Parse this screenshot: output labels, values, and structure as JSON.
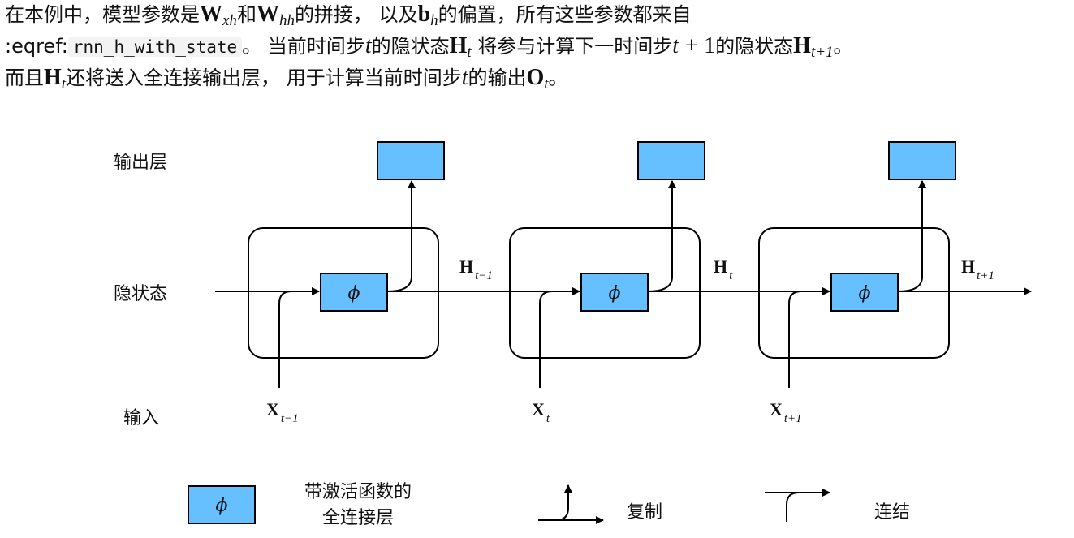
{
  "paragraph": {
    "l1_t1": "在本例中，模型参数是",
    "w_sym": "W",
    "wxh_sub": "xh",
    "l1_t2": "和",
    "whh_sub": "hh",
    "l1_t3": "的拼接， 以及",
    "b_sym": "b",
    "bh_sub": "h",
    "l1_t4": "的偏置，所有这些参数都来自",
    "l2_t1": ":eqref:",
    "eq_ref": "rnn_h_with_state",
    "l2_t2": "。 当前时间步",
    "t_sym": "t",
    "l2_t3": "的隐状态",
    "h_sym": "H",
    "ht_sub": "t",
    "l2_t4": "将参与计算下一时间步",
    "t_plus": "t",
    "plus_op": "+",
    "one": "1",
    "l2_t5": "的隐状态",
    "ht1_sub": "t+1",
    "l2_t6": "。",
    "l3_t1": "而且",
    "l3_t2": "还将送入全连接输出层， 用于计算当前时间步",
    "l3_t3": "的输出",
    "o_sym": "O",
    "ot_sub": "t",
    "l3_t4": "。"
  },
  "figure": {
    "row_labels": {
      "output": "输出层",
      "hidden": "隐状态",
      "input": "输入"
    },
    "phi": "ϕ",
    "steps": [
      {
        "x_sym": "X",
        "x_sub": "t−1",
        "h_sym": "H",
        "h_sub": "t−1"
      },
      {
        "x_sym": "X",
        "x_sub": "t",
        "h_sym": "H",
        "h_sub": "t"
      },
      {
        "x_sym": "X",
        "x_sub": "t+1",
        "h_sym": "H",
        "h_sub": "t+1"
      }
    ],
    "legend": {
      "fc_line1": "带激活函数的",
      "fc_line2": "全连接层",
      "copy": "复制",
      "concat": "连结"
    },
    "colors": {
      "box_fill": "#66bfff",
      "stroke": "#000000"
    }
  }
}
